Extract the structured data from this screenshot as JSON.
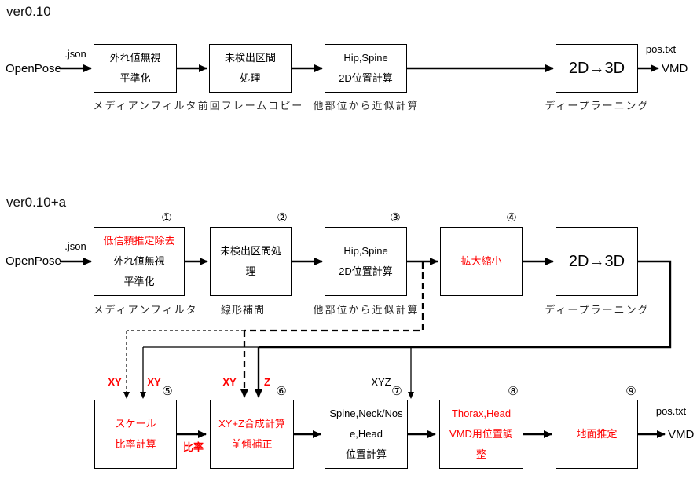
{
  "colors": {
    "accent_red": "#ff0000",
    "line_black": "#000000"
  },
  "diagram1": {
    "title": "ver0.10",
    "input": "OpenPose",
    "input_file": ".json",
    "output_file": "pos.txt",
    "output": "VMD",
    "boxes": {
      "outlier": {
        "line1": "外れ値無視",
        "line2": "平準化",
        "caption": "メディアンフィルタ"
      },
      "gap": {
        "line1": "未検出区間",
        "line2": "処理",
        "caption": "前回フレームコピー"
      },
      "hip": {
        "line1": "Hip,Spine",
        "line2": "2D位置計算",
        "caption": "他部位から近似計算"
      },
      "conv": {
        "line1": "2D→3D",
        "caption": "ディープラーニング"
      }
    }
  },
  "diagram2": {
    "title": "ver0.10+a",
    "input": "OpenPose",
    "input_file": ".json",
    "output_file": "pos.txt",
    "output": "VMD",
    "steps": {
      "s1": {
        "num": "①",
        "line1": "低信頼推定除去",
        "line2": "外れ値無視",
        "line3": "平準化",
        "caption": "メディアンフィルタ"
      },
      "s2": {
        "num": "②",
        "line1": "未検出区間処",
        "line2": "理",
        "caption": "線形補間"
      },
      "s3": {
        "num": "③",
        "line1": "Hip,Spine",
        "line2": "2D位置計算",
        "caption": "他部位から近似計算"
      },
      "s4": {
        "num": "④",
        "line1": "拡大縮小"
      },
      "conv": {
        "line1": "2D→3D",
        "caption": "ディープラーニング"
      },
      "s5": {
        "num": "⑤",
        "line1": "スケール",
        "line2": "比率計算"
      },
      "s6": {
        "num": "⑥",
        "line1": "XY+Z合成計算",
        "line2": "前傾補正"
      },
      "s7": {
        "num": "⑦",
        "line1": "Spine,Neck/Nos",
        "line2": "e,Head",
        "line3": "位置計算"
      },
      "s8": {
        "num": "⑧",
        "line1": "Thorax,Head",
        "line2": "VMD用位置調",
        "line3": "整"
      },
      "s9": {
        "num": "⑨",
        "line1": "地面推定"
      }
    },
    "edge_labels": {
      "xy_scale_dashed": "XY",
      "xy_scale_solid": "XY",
      "xy_merge": "XY",
      "z_merge": "Z",
      "xyz": "XYZ",
      "ratio": "比率"
    }
  }
}
